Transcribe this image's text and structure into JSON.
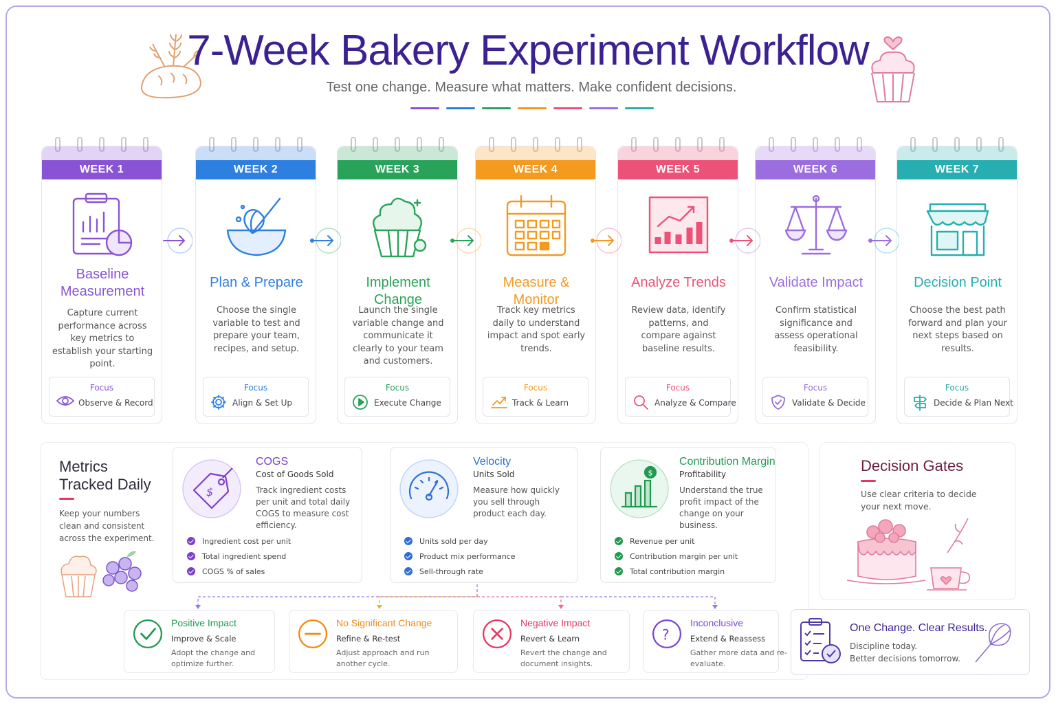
{
  "header": {
    "title": "7-Week Bakery Experiment Workflow",
    "subtitle": "Test one change. Measure what matters. Make confident decisions.",
    "swatches": [
      "#8a53d6",
      "#2d7fe0",
      "#2aa35a",
      "#f39a1f",
      "#ec5277",
      "#9b6ddf",
      "#26aeb0"
    ]
  },
  "weeks": [
    {
      "week": "WEEK 1",
      "title": "Baseline Measurement",
      "desc": "Capture current performance across key metrics to establish your starting point.",
      "focus_label": "Focus",
      "focus": "Observe & Record",
      "color": "#8a53d6",
      "icon": "clipboard-chart-icon",
      "focus_icon": "eye-icon"
    },
    {
      "week": "WEEK 2",
      "title": "Plan & Prepare",
      "desc": "Choose the single variable to test and prepare your team, recipes, and setup.",
      "focus_label": "Focus",
      "focus": "Align & Set Up",
      "color": "#2d7fe0",
      "icon": "whisk-bowl-icon",
      "focus_icon": "gear-icon"
    },
    {
      "week": "WEEK 3",
      "title": "Implement Change",
      "desc": "Launch the single variable change and communicate it clearly to your team and customers.",
      "focus_label": "Focus",
      "focus": "Execute Change",
      "color": "#2aa35a",
      "icon": "cupcake-icon",
      "focus_icon": "play-icon"
    },
    {
      "week": "WEEK 4",
      "title": "Measure & Monitor",
      "desc": "Track key metrics daily to understand impact and spot early trends.",
      "focus_label": "Focus",
      "focus": "Track & Learn",
      "color": "#f39a1f",
      "icon": "calendar-icon",
      "focus_icon": "trend-icon"
    },
    {
      "week": "WEEK 5",
      "title": "Analyze Trends",
      "desc": "Review data, identify patterns, and compare against baseline results.",
      "focus_label": "Focus",
      "focus": "Analyze & Compare",
      "color": "#ec5277",
      "icon": "bar-chart-icon",
      "focus_icon": "magnifier-icon"
    },
    {
      "week": "WEEK 6",
      "title": "Validate Impact",
      "desc": "Confirm statistical significance and assess operational feasibility.",
      "focus_label": "Focus",
      "focus": "Validate & Decide",
      "color": "#9b6ddf",
      "icon": "scales-icon",
      "focus_icon": "shield-check-icon"
    },
    {
      "week": "WEEK 7",
      "title": "Decision Point",
      "desc": "Choose the best path forward and plan your next steps based on results.",
      "focus_label": "Focus",
      "focus": "Decide & Plan Next",
      "color": "#26aeb0",
      "icon": "storefront-icon",
      "focus_icon": "signpost-icon"
    }
  ],
  "metrics": {
    "title_line1": "Metrics",
    "title_line2": "Tracked Daily",
    "desc": "Keep your numbers clean and consistent across the experiment.",
    "cards": [
      {
        "title": "COGS",
        "subtitle": "Cost of Goods Sold",
        "desc": "Track ingredient costs per unit and total daily COGS to measure cost efficiency.",
        "bullets": [
          "Ingredient cost per unit",
          "Total ingredient spend",
          "COGS % of sales"
        ],
        "color": "#7c3fc9",
        "icon": "price-tag-icon"
      },
      {
        "title": "Velocity",
        "subtitle": "Units Sold",
        "desc": "Measure how quickly you sell through product each day.",
        "bullets": [
          "Units sold per day",
          "Product mix performance",
          "Sell-through rate"
        ],
        "color": "#2d6fd6",
        "icon": "speedometer-icon"
      },
      {
        "title": "Contribution Margin",
        "subtitle": "Profitability",
        "desc": "Understand the true profit impact of the change on your business.",
        "bullets": [
          "Revenue per unit",
          "Contribution margin per unit",
          "Total contribution margin"
        ],
        "color": "#1f9a50",
        "icon": "money-chart-icon"
      }
    ]
  },
  "gates": {
    "title": "Decision Gates",
    "desc": "Use clear criteria to decide your next move."
  },
  "outcomes": [
    {
      "title": "Positive Impact",
      "subtitle": "Improve & Scale",
      "desc": "Adopt the change and optimize further.",
      "color": "#1f9a50",
      "icon": "check-circle-icon"
    },
    {
      "title": "No Significant Change",
      "subtitle": "Refine & Re-test",
      "desc": "Adjust approach and run another cycle.",
      "color": "#f08a12",
      "icon": "minus-circle-icon"
    },
    {
      "title": "Negative Impact",
      "subtitle": "Revert & Learn",
      "desc": "Revert the change and document insights.",
      "color": "#e5365f",
      "icon": "x-circle-icon"
    },
    {
      "title": "Inconclusive",
      "subtitle": "Extend & Reassess",
      "desc": "Gather more data and re-evaluate.",
      "color": "#7b48d1",
      "icon": "question-circle-icon"
    }
  ],
  "closing": {
    "title": "One Change. Clear Results.",
    "line1": "Discipline today.",
    "line2": "Better decisions tomorrow.",
    "icon": "checklist-icon"
  }
}
